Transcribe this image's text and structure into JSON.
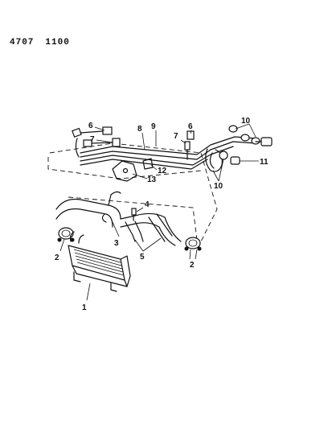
{
  "header": {
    "code_left": "4707",
    "code_right": "1100"
  },
  "callouts": {
    "c1": "1",
    "c2a": "2",
    "c2b": "2",
    "c3": "3",
    "c4": "4",
    "c5": "5",
    "c6a": "6",
    "c6b": "6",
    "c7a": "7",
    "c7b": "7",
    "c8": "8",
    "c9": "9",
    "c10a": "10",
    "c10b": "10",
    "c11": "11",
    "c12": "12",
    "c13": "13"
  }
}
